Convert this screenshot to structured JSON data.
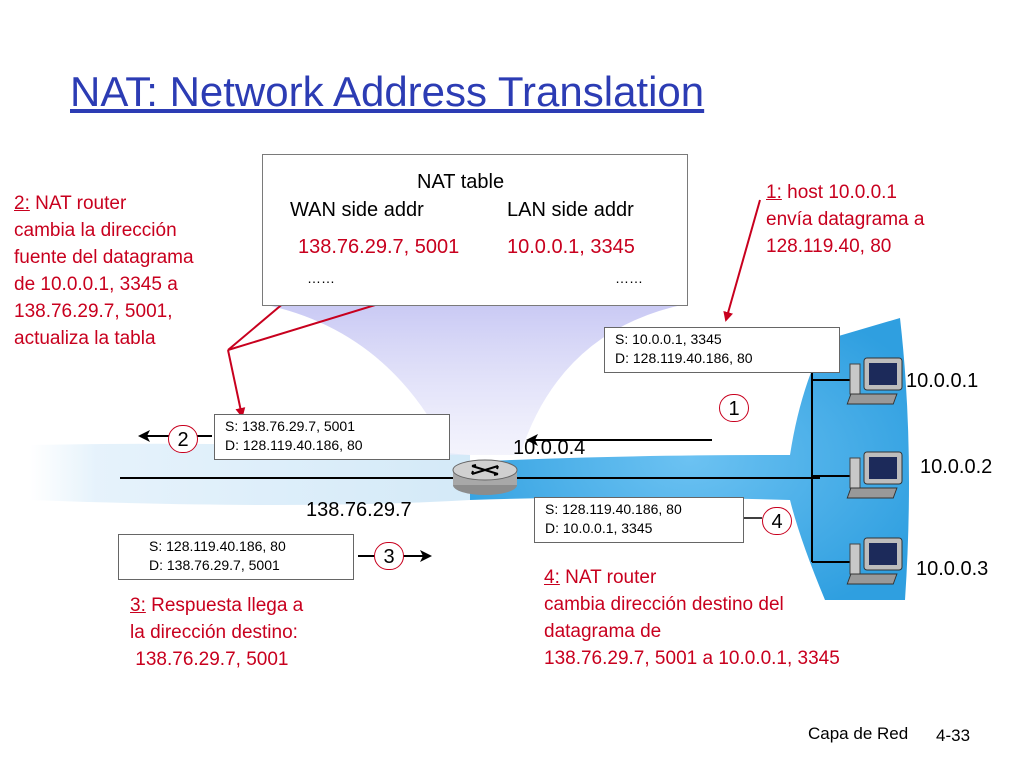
{
  "title": "NAT: Network Address Translation",
  "nat_table": {
    "title": "NAT table",
    "col_wan": "WAN side addr",
    "col_lan": "LAN side addr",
    "wan_value": "138.76.29.7, 5001",
    "lan_value": "10.0.0.1, 3345",
    "wan_more": "……",
    "lan_more": "……"
  },
  "notes": {
    "step1": {
      "num": "1:",
      "lines": [
        " host 10.0.0.1",
        "envía datagrama a",
        "128.119.40, 80"
      ]
    },
    "step2": {
      "num": "2:",
      "lines": [
        " NAT router",
        "cambia la dirección",
        "fuente del datagrama",
        "de 10.0.0.1, 3345 a",
        "138.76.29.7, 5001,",
        "actualiza la tabla"
      ]
    },
    "step3": {
      "num": "3:",
      "lines": [
        " Respuesta llega a",
        "la dirección destino:",
        " 138.76.29.7, 5001"
      ]
    },
    "step4": {
      "num": "4:",
      "lines": [
        " NAT router",
        "cambia dirección destino del",
        "datagrama de",
        "138.76.29.7, 5001 a 10.0.0.1, 3345"
      ]
    }
  },
  "packets": {
    "p1": {
      "src": "S: 10.0.0.1, 3345",
      "dst": "D: 128.119.40.186, 80"
    },
    "p2": {
      "src": "S: 138.76.29.7, 5001",
      "dst": "D: 128.119.40.186, 80"
    },
    "p3": {
      "src": "S: 128.119.40.186, 80",
      "dst": "D: 138.76.29.7, 5001"
    },
    "p4": {
      "src": "S: 128.119.40.186, 80",
      "dst": "D: 10.0.0.1, 3345"
    }
  },
  "step_numbers": [
    "1",
    "2",
    "3",
    "4"
  ],
  "addresses": {
    "router_lan": "10.0.0.4",
    "router_wan": "138.76.29.7",
    "host1": "10.0.0.1",
    "host2": "10.0.0.2",
    "host3": "10.0.0.3"
  },
  "footer": {
    "section": "Capa de Red",
    "page": "4-33"
  },
  "colors": {
    "title": "#2c3cb4",
    "annotation": "#c8001e",
    "lan_blue": "#3fa9e6"
  },
  "icons": {
    "router": "router-icon",
    "host": "computer-icon"
  }
}
